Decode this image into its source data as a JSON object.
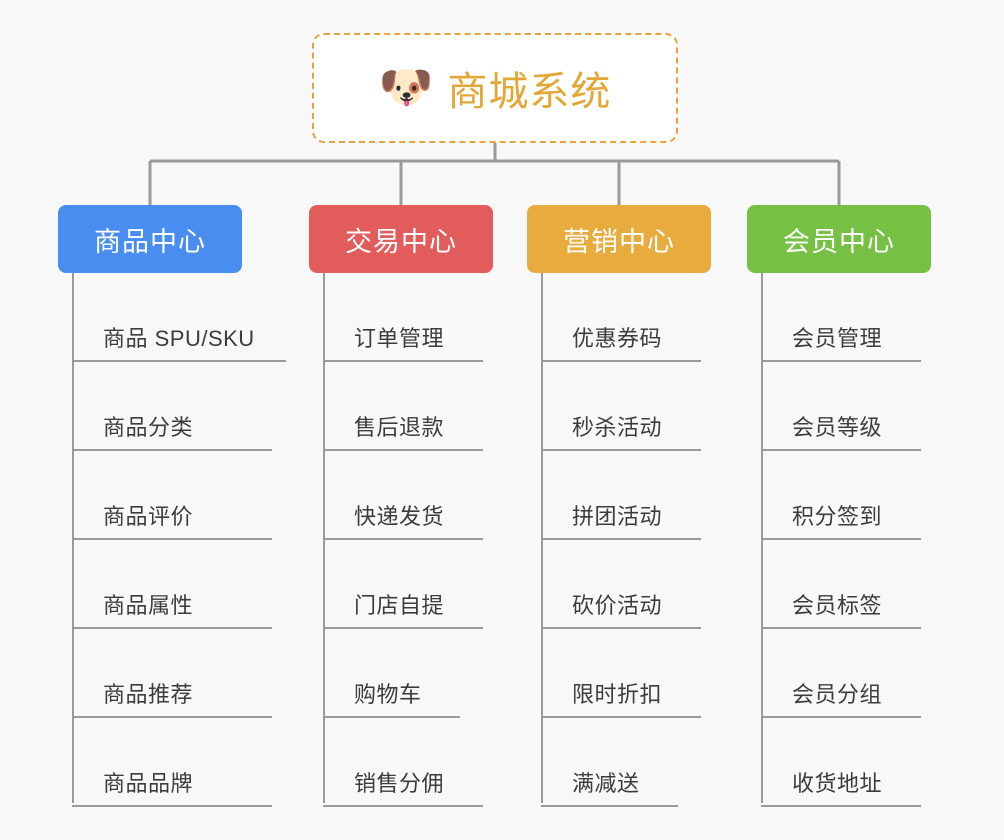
{
  "root": {
    "icon": "shiba-dog-face-icon",
    "emoji": "🐶",
    "title": "商城系统",
    "title_color": "#e3a737",
    "border_color": "#e6a33a"
  },
  "connector_color": "#9a9a9a",
  "background_color": "#f8f8f8",
  "columns": [
    {
      "id": "product-center",
      "title": "商品中心",
      "color": "#4a8df0",
      "items": [
        "商品 SPU/SKU",
        "商品分类",
        "商品评价",
        "商品属性",
        "商品推荐",
        "商品品牌"
      ]
    },
    {
      "id": "trade-center",
      "title": "交易中心",
      "color": "#e25c5c",
      "items": [
        "订单管理",
        "售后退款",
        "快递发货",
        "门店自提",
        "购物车",
        "销售分佣"
      ]
    },
    {
      "id": "marketing-center",
      "title": "营销中心",
      "color": "#e8ac3e",
      "items": [
        "优惠券码",
        "秒杀活动",
        "拼团活动",
        "砍价活动",
        "限时折扣",
        "满减送"
      ]
    },
    {
      "id": "member-center",
      "title": "会员中心",
      "color": "#76c043",
      "items": [
        "会员管理",
        "会员等级",
        "积分签到",
        "会员标签",
        "会员分组",
        "收货地址"
      ]
    }
  ]
}
